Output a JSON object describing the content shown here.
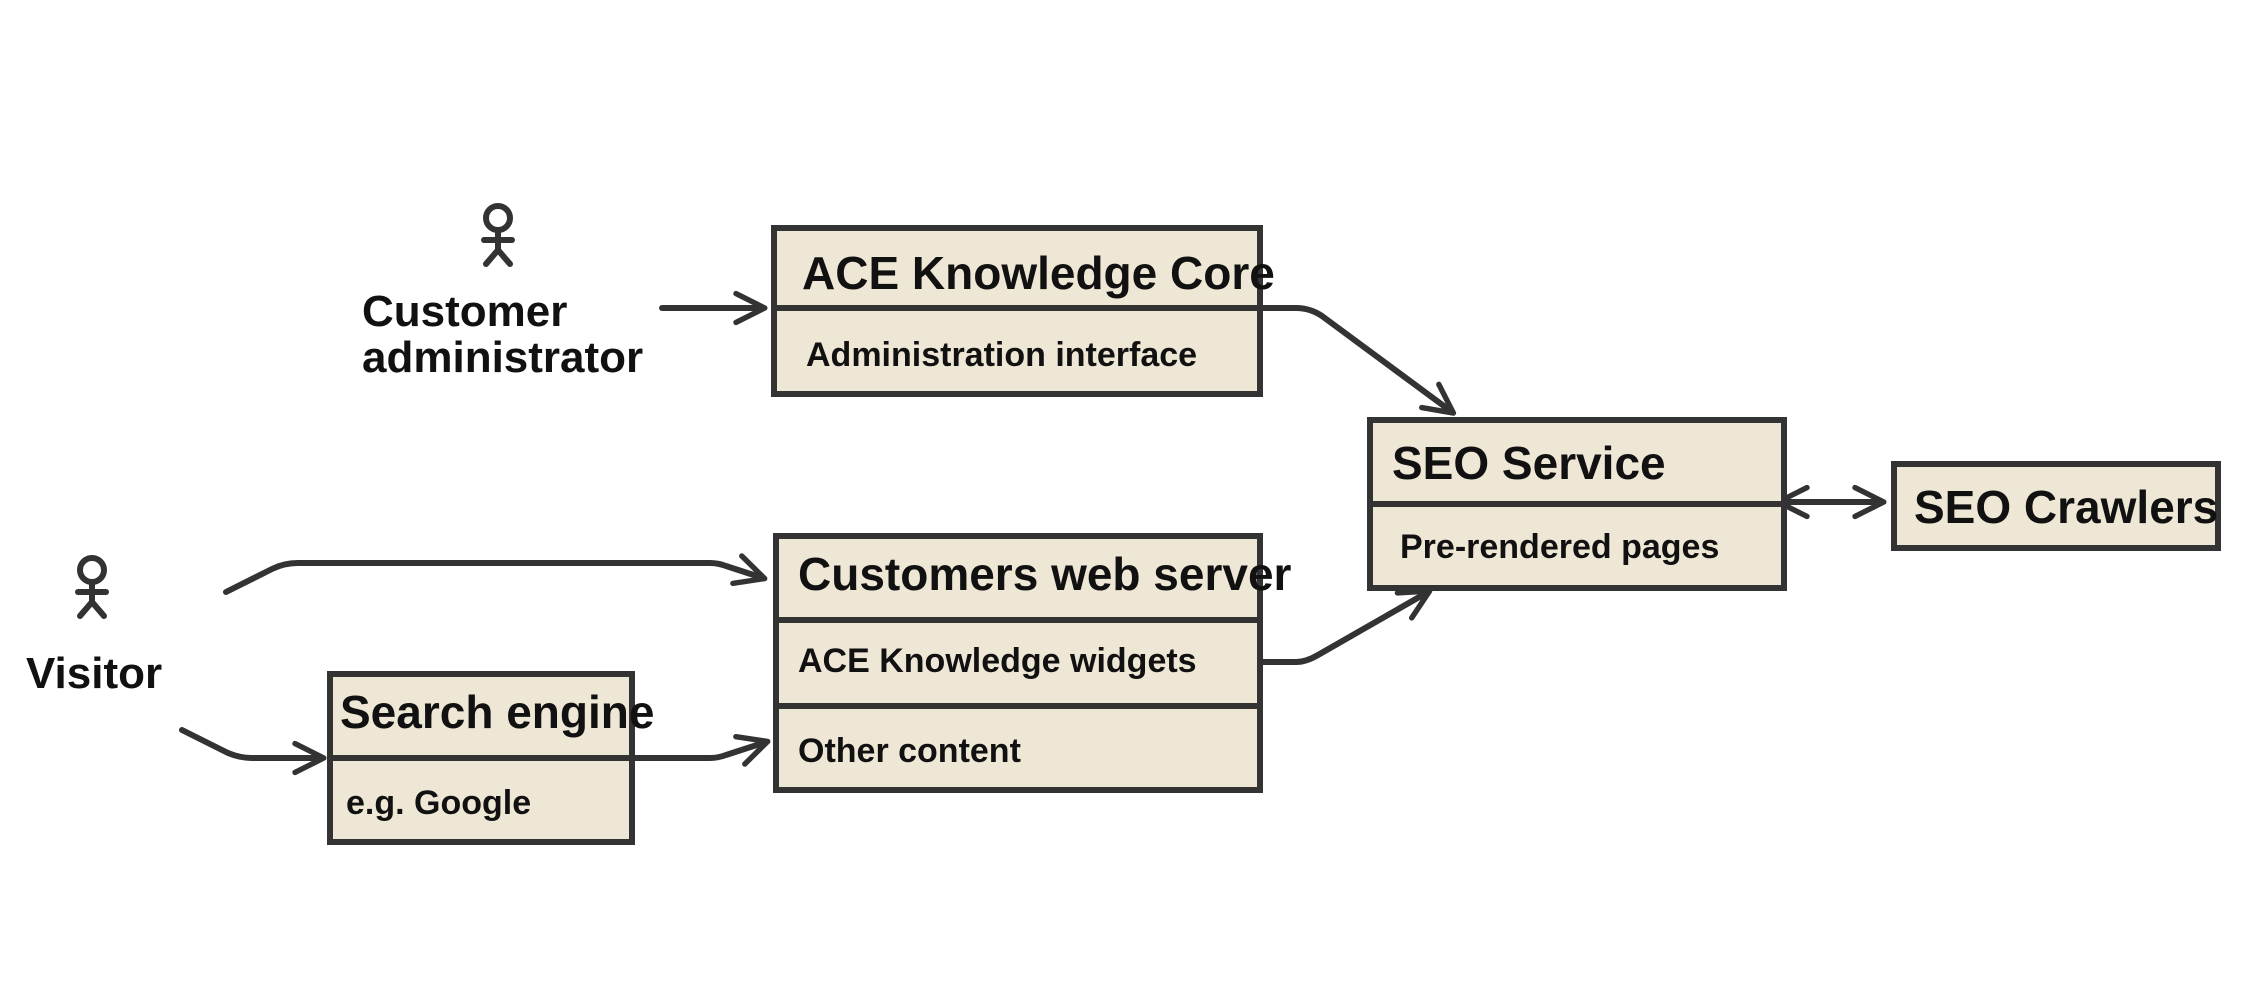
{
  "actors": {
    "customer_admin": {
      "line1": "Customer",
      "line2": "administrator"
    },
    "visitor": {
      "label": "Visitor"
    }
  },
  "boxes": {
    "ace_core": {
      "title": "ACE Knowledge Core",
      "sub": "Administration interface"
    },
    "web_server": {
      "title": "Customers web server",
      "sub1": "ACE Knowledge widgets",
      "sub2": "Other content"
    },
    "search_engine": {
      "title": "Search engine",
      "sub": "e.g. Google"
    },
    "seo_service": {
      "title": "SEO Service",
      "sub": "Pre-rendered pages"
    },
    "seo_crawlers": {
      "title": "SEO Crawlers"
    }
  },
  "colors": {
    "box_fill": "#efe7d5",
    "stroke": "#333333",
    "text": "#111111"
  }
}
